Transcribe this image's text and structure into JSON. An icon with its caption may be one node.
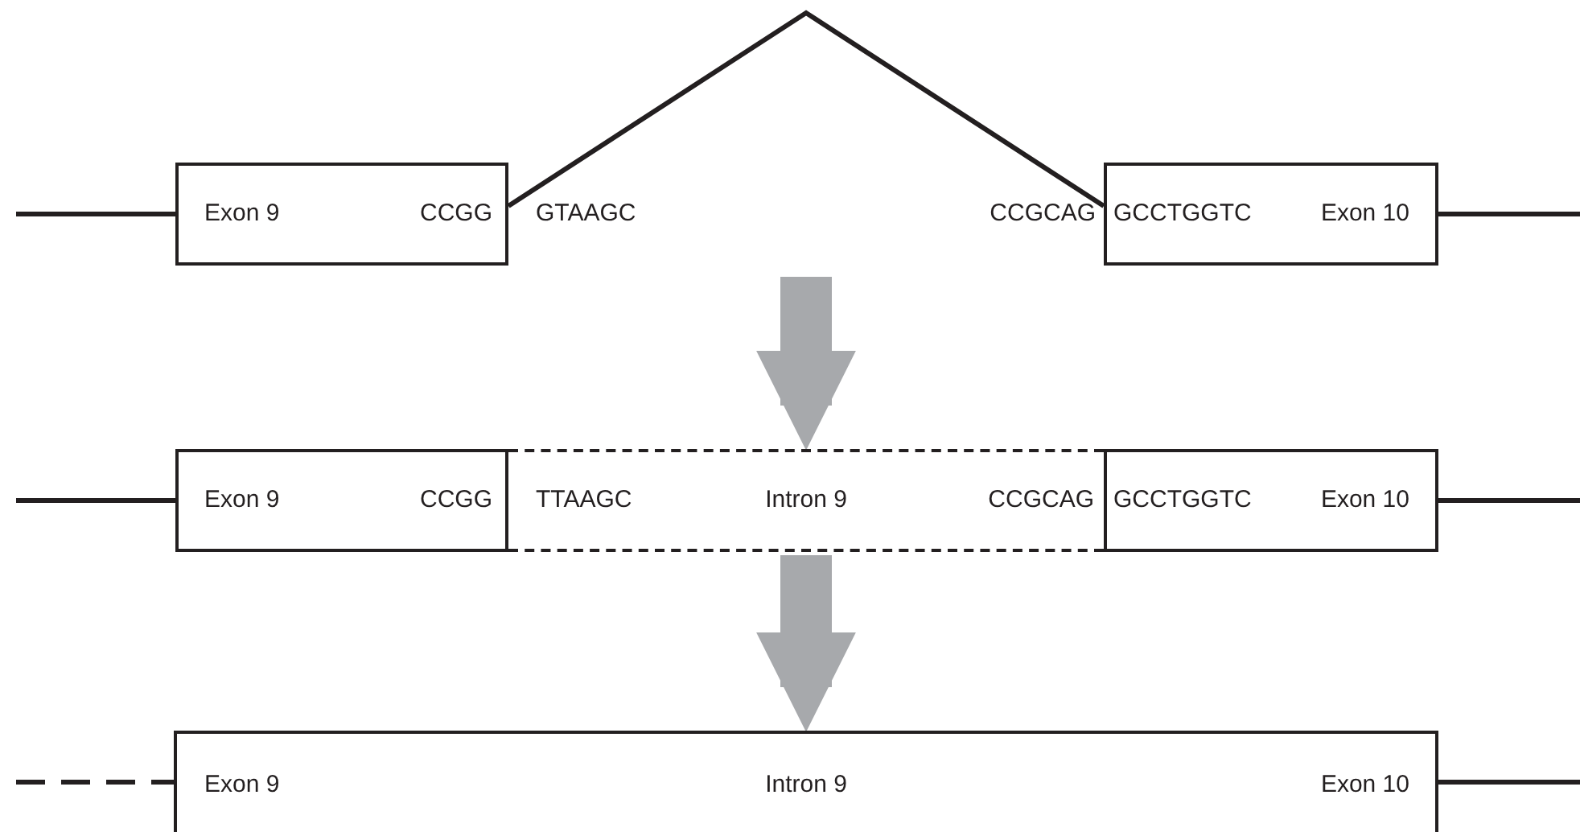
{
  "diagram": {
    "nodes": [
      {
        "text": [
          "Exon 9",
          "CCGG"
        ]
      },
      {
        "text": [
          "GCCTGGTC",
          "Exon 10"
        ]
      },
      {
        "text": [
          "Exon 9",
          "CCGG"
        ]
      },
      {
        "text": [
          "TTAAGC",
          "Intron 9",
          "CCGCAG"
        ]
      },
      {
        "text": [
          "GCCTGGTC",
          "Exon 10"
        ]
      },
      {
        "text": [
          "Exon 9",
          "Intron 9",
          "Exon 10"
        ]
      }
    ],
    "edges": [
      {
        "from": 0,
        "to": 1,
        "arrow": "none",
        "color": "#231f20"
      },
      {
        "from": null,
        "to": 3,
        "arrow": "to",
        "color": "#a7a9ac"
      },
      {
        "from": 3,
        "to": 5,
        "arrow": "to",
        "color": "#a7a9ac"
      }
    ],
    "labels": [
      "GTAAGC",
      "CCGCAG"
    ]
  }
}
